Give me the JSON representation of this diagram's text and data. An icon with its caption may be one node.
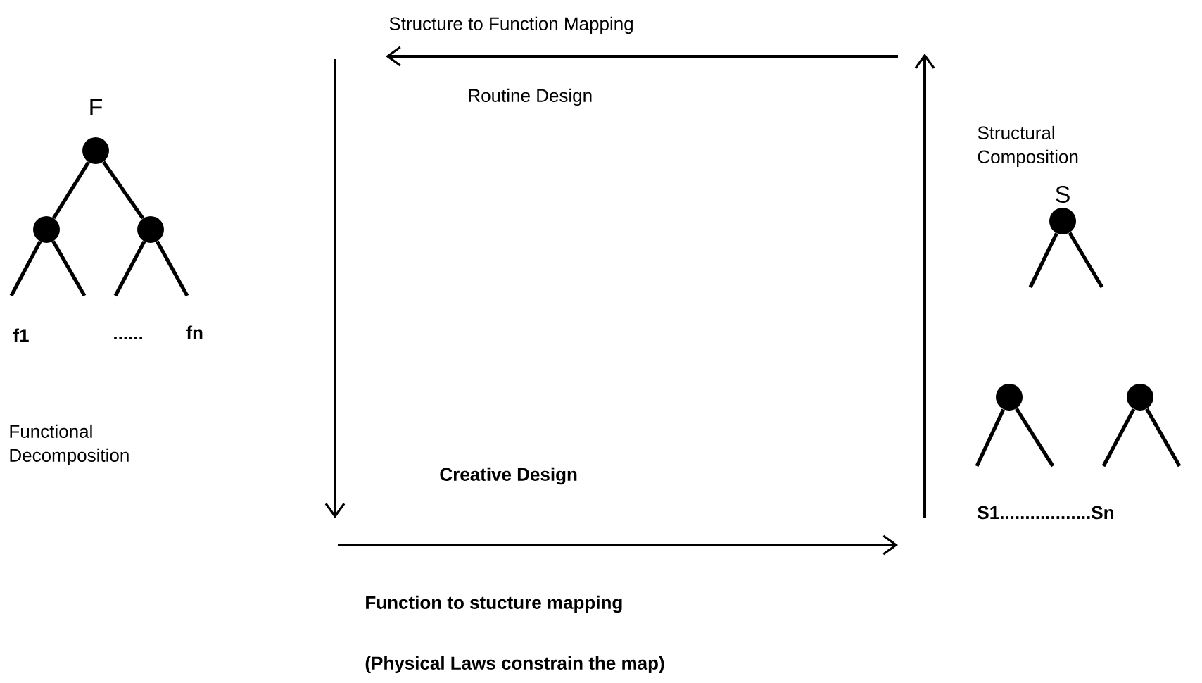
{
  "diagram": {
    "nodes": [
      {
        "text": [],
        "shape": "circle",
        "beside": [
          "F"
        ]
      },
      {
        "text": [],
        "shape": "circle"
      },
      {
        "text": [],
        "shape": "circle"
      },
      {
        "text": [],
        "shape": "circle",
        "beside": [
          "S"
        ]
      },
      {
        "text": [],
        "shape": "circle"
      },
      {
        "text": [],
        "shape": "circle"
      }
    ],
    "edges": [
      {
        "from": 0,
        "to": 1,
        "arrow": "none"
      },
      {
        "from": 0,
        "to": 2,
        "arrow": "none"
      },
      {
        "from": 1,
        "to": null,
        "arrow": "none"
      },
      {
        "from": 1,
        "to": null,
        "arrow": "none"
      },
      {
        "from": 2,
        "to": null,
        "arrow": "none"
      },
      {
        "from": 2,
        "to": null,
        "arrow": "none"
      },
      {
        "from": 3,
        "to": null,
        "arrow": "none"
      },
      {
        "from": 3,
        "to": null,
        "arrow": "none"
      },
      {
        "from": 4,
        "to": null,
        "arrow": "none"
      },
      {
        "from": 4,
        "to": null,
        "arrow": "none"
      },
      {
        "from": 5,
        "to": null,
        "arrow": "none"
      },
      {
        "from": 5,
        "to": null,
        "arrow": "none"
      }
    ],
    "labels": [
      "Structure to Function Mapping",
      "Routine Design",
      "Structural Composition",
      "f1",
      "......",
      "fn",
      "Functional Decomposition",
      "Creative Design",
      "S1..................Sn",
      "Function to stucture mapping",
      "(Physical Laws constrain the map)"
    ]
  }
}
